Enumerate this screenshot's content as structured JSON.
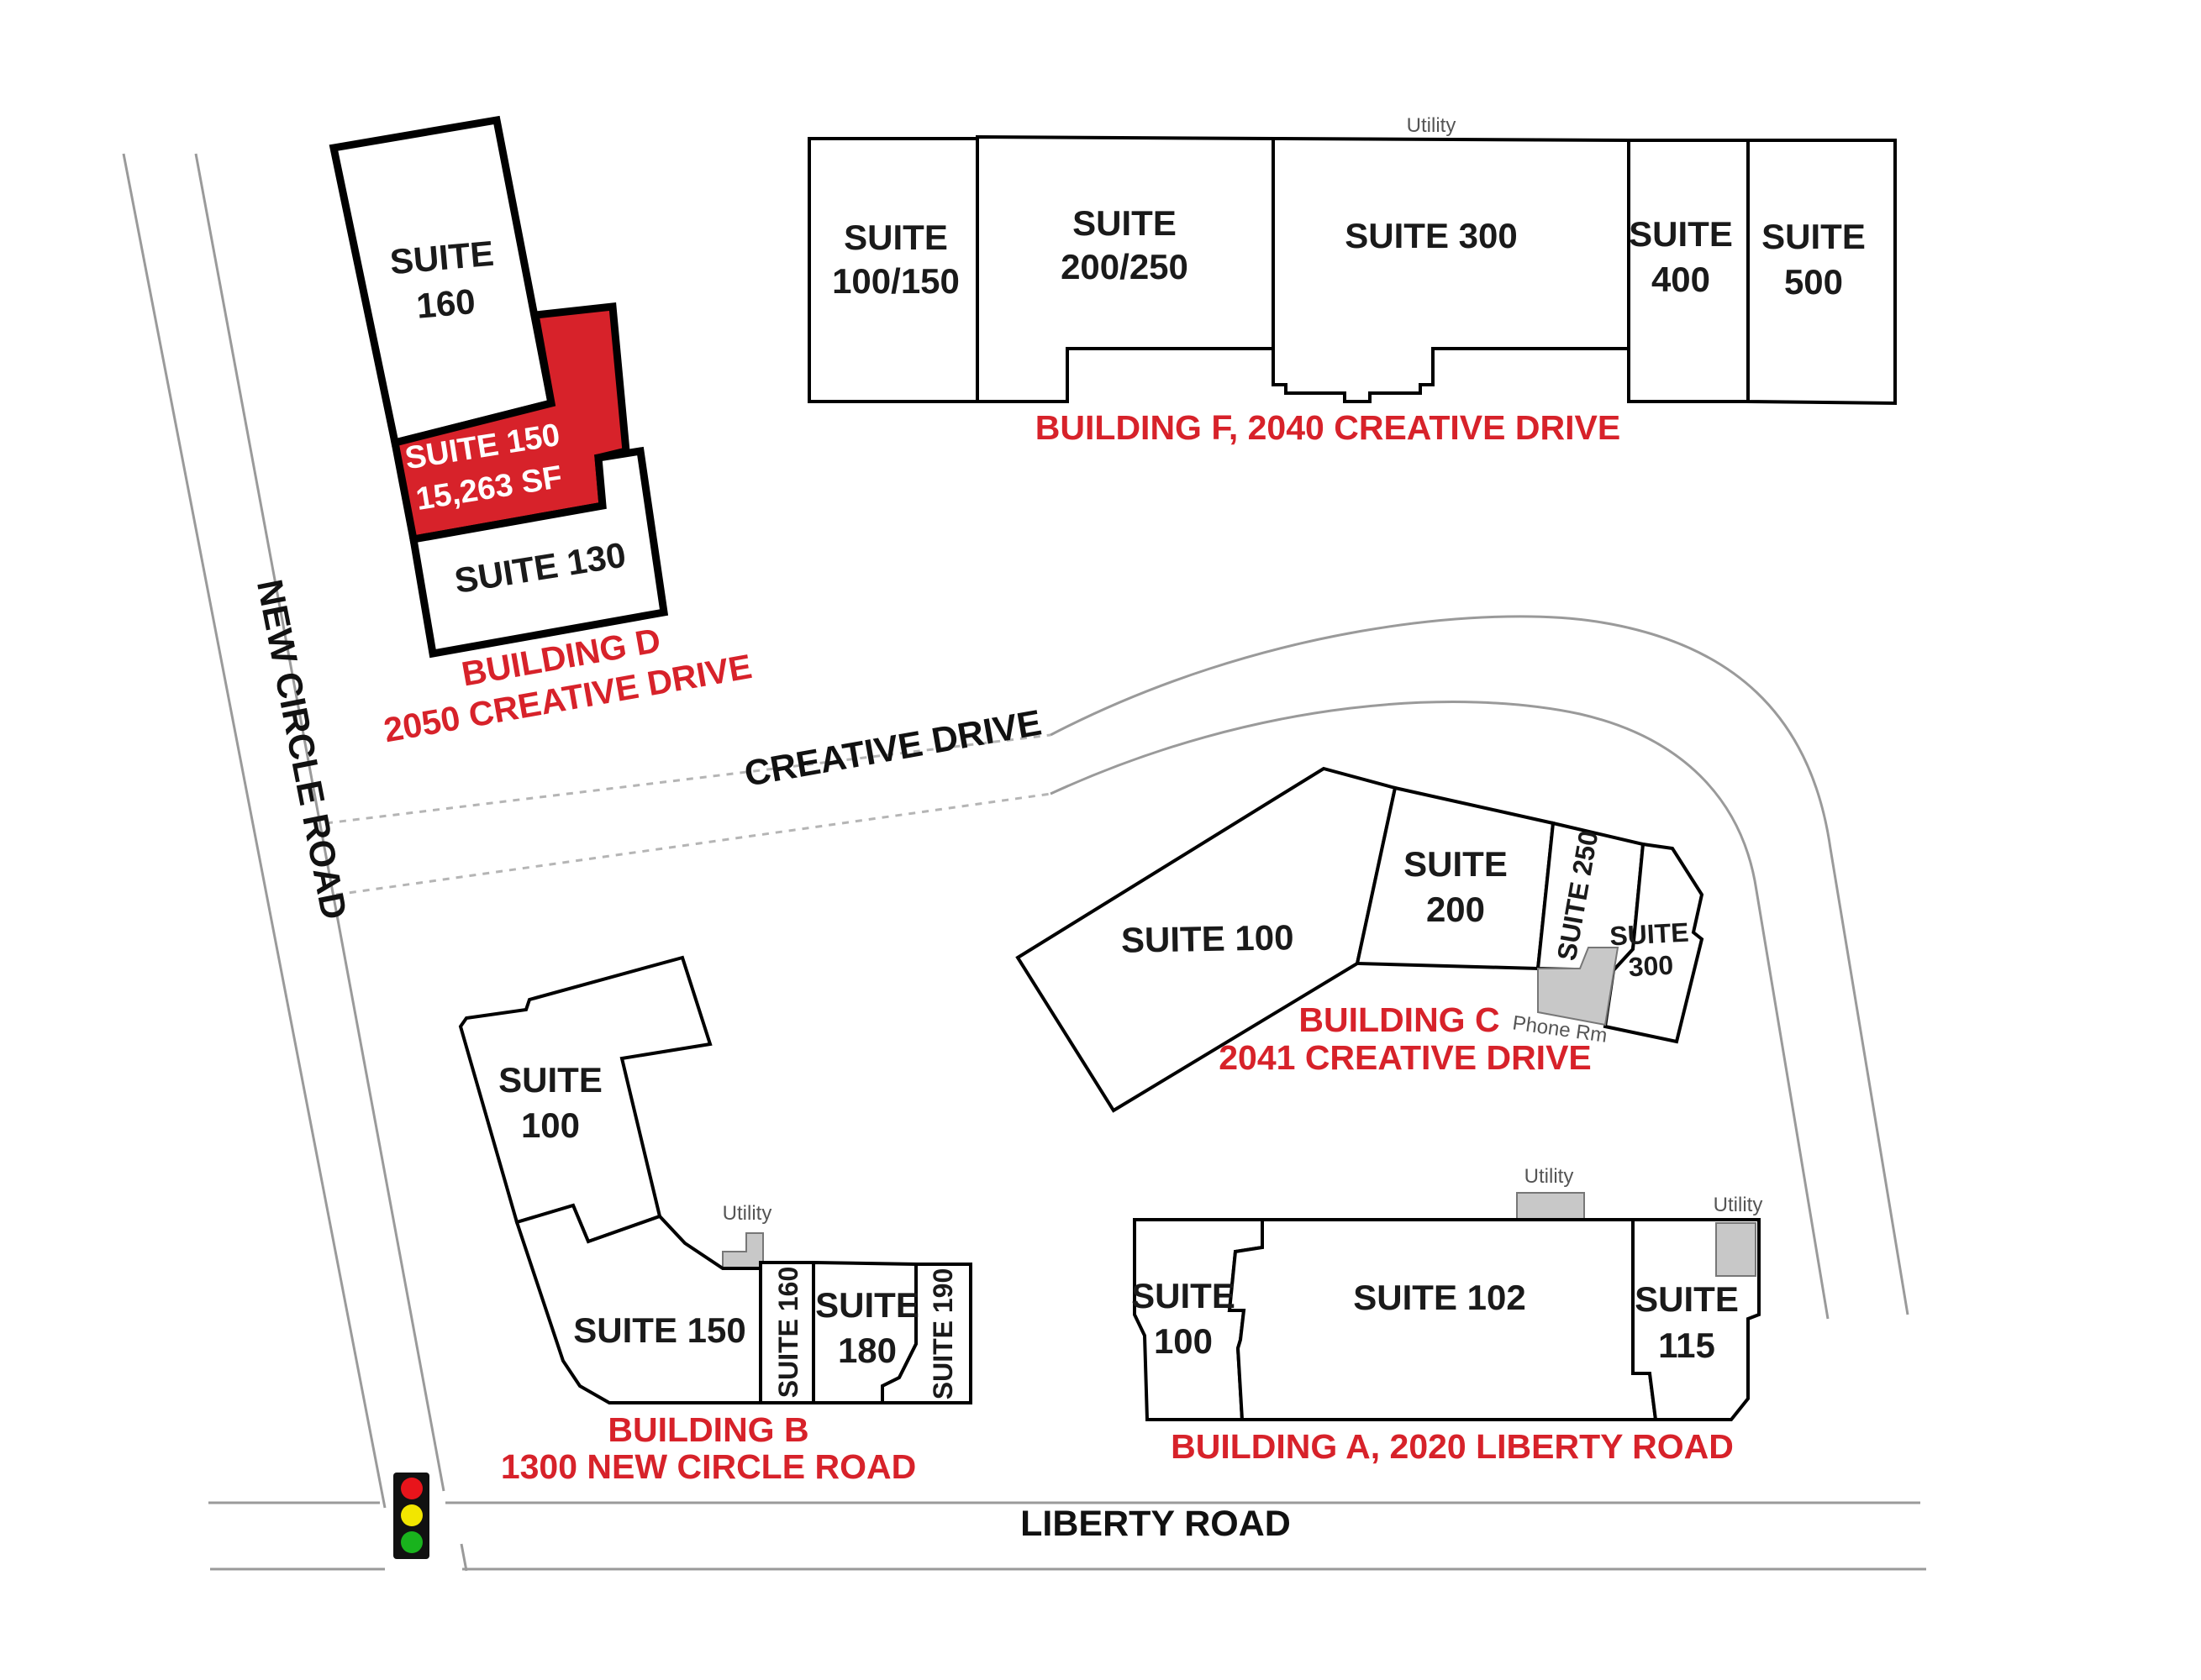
{
  "colors": {
    "highlight": "#d7222a",
    "building_label": "#d7222a",
    "utility": "#c8c8c8",
    "road_line": "#9a9a9a"
  },
  "roads": {
    "new_circle": "NEW CIRCLE ROAD",
    "creative": "CREATIVE DRIVE",
    "liberty": "LIBERTY ROAD"
  },
  "building_d": {
    "name": "BUILDING D",
    "address": "2050 CREATIVE DRIVE",
    "suite_160": [
      "SUITE",
      "160"
    ],
    "suite_150": [
      "SUITE 150",
      "15,263 SF"
    ],
    "suite_130": "SUITE 130"
  },
  "building_f": {
    "label": "BUILDING F, 2040 CREATIVE DRIVE",
    "utility": "Utility",
    "suite_100_150": [
      "SUITE",
      "100/150"
    ],
    "suite_200_250": [
      "SUITE",
      "200/250"
    ],
    "suite_300": "SUITE 300",
    "suite_400": [
      "SUITE",
      "400"
    ],
    "suite_500": [
      "SUITE",
      "500"
    ]
  },
  "building_c": {
    "name": "BUILDING C",
    "address": "2041 CREATIVE DRIVE",
    "suite_100": "SUITE 100",
    "suite_200": [
      "SUITE",
      "200"
    ],
    "suite_250": "SUITE 250",
    "suite_300": [
      "SUITE",
      "300"
    ],
    "phone_room": "Phone Rm"
  },
  "building_b": {
    "name": "BUILDING B",
    "address": "1300 NEW CIRCLE ROAD",
    "utility": "Utility",
    "suite_100": [
      "SUITE",
      "100"
    ],
    "suite_150": "SUITE 150",
    "suite_160": "SUITE 160",
    "suite_180": [
      "SUITE",
      "180"
    ],
    "suite_190": "SUITE 190"
  },
  "building_a": {
    "label": "BUILDING A, 2020 LIBERTY ROAD",
    "utility_top": "Utility",
    "utility_right": "Utility",
    "suite_100": [
      "SUITE",
      "100"
    ],
    "suite_102": "SUITE 102",
    "suite_115": [
      "SUITE",
      "115"
    ]
  },
  "traffic_light": {
    "icon": "traffic-light-icon",
    "colors": [
      "#e8141b",
      "#f2e600",
      "#19b31d"
    ]
  }
}
